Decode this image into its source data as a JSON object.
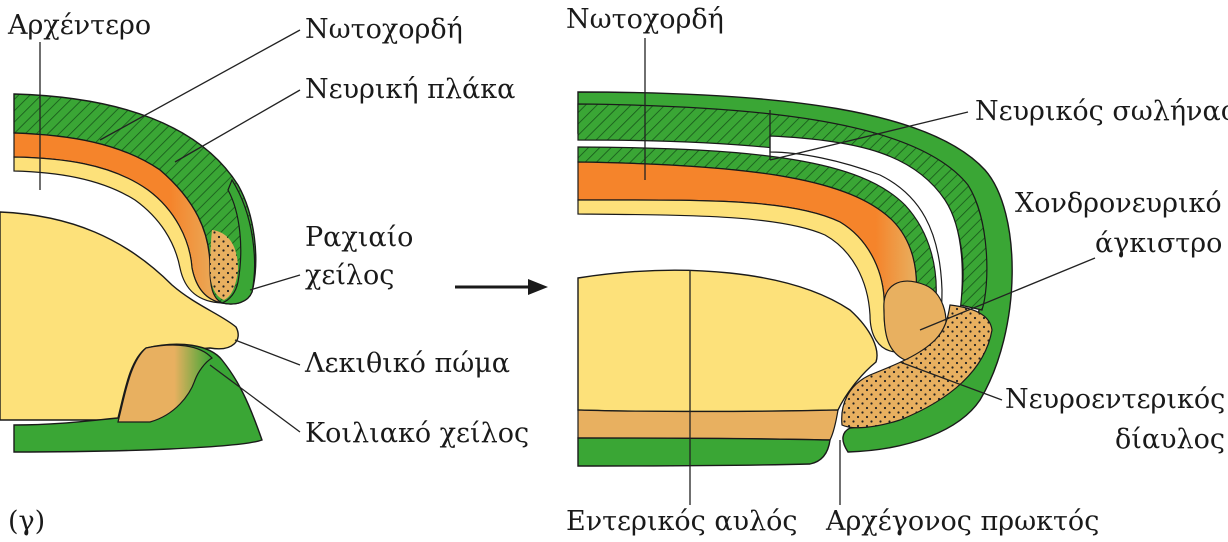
{
  "labels": {
    "archenteron": "Αρχέντερο",
    "notochord_left": "Νωτοχορδή",
    "neural_plate": "Νευρική πλάκα",
    "dorsal_lip_line1": "Ραχιαίο",
    "dorsal_lip_line2": "χείλος",
    "yolk_plug": "Λεκιθικό πώμα",
    "ventral_lip": "Κοιλιακό χείλος",
    "panel_letter": "(γ)",
    "notochord_right": "Νωτοχορδή",
    "neural_tube": "Νευρικός σωλήνας",
    "chordoneural_hinge_line1": "Χονδρονευρικό",
    "chordoneural_hinge_line2": "άγκιστρο",
    "neurenteric_canal_line1": "Νευροεντερικός",
    "neurenteric_canal_line2": "δίαυλος",
    "gut": "Εντερικός αυλός",
    "primitive_anus": "Αρχέγονος πρωκτός"
  },
  "colors": {
    "ectoderm": "#3aa635",
    "mesoderm": "#f5842b",
    "endoderm": "#e8b060",
    "yolk": "#fde17a",
    "outline": "#1a1a1a"
  }
}
